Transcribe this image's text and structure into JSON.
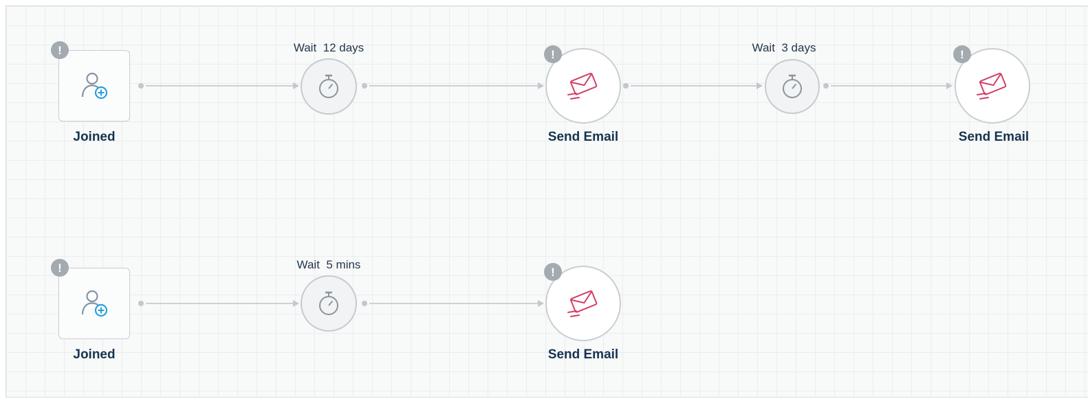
{
  "canvas": {
    "background": "#f8f9f9",
    "grid_color": "#eaedee",
    "border_color": "#d9dcde"
  },
  "colors": {
    "accent_blue": "#2aa0dc",
    "email_red": "#d23f63",
    "icon_gray": "#8b959d",
    "label_dark": "#17344f",
    "warning_gray": "#a3abb1",
    "connector_gray": "#ccd1d5"
  },
  "warning_badge": {
    "glyph": "!"
  },
  "flows": [
    {
      "nodes": [
        {
          "kind": "trigger",
          "label": "Joined",
          "icon": "person-add-icon",
          "warning": true
        },
        {
          "kind": "wait",
          "label": "Wait  12 days",
          "icon": "stopwatch-icon",
          "warning": false
        },
        {
          "kind": "email",
          "label": "Send Email",
          "icon": "send-email-icon",
          "warning": true
        },
        {
          "kind": "wait",
          "label": "Wait  3 days",
          "icon": "stopwatch-icon",
          "warning": false
        },
        {
          "kind": "email",
          "label": "Send Email",
          "icon": "send-email-icon",
          "warning": true
        }
      ]
    },
    {
      "nodes": [
        {
          "kind": "trigger",
          "label": "Joined",
          "icon": "person-add-icon",
          "warning": true
        },
        {
          "kind": "wait",
          "label": "Wait  5 mins",
          "icon": "stopwatch-icon",
          "warning": false
        },
        {
          "kind": "email",
          "label": "Send Email",
          "icon": "send-email-icon",
          "warning": true
        }
      ]
    }
  ]
}
